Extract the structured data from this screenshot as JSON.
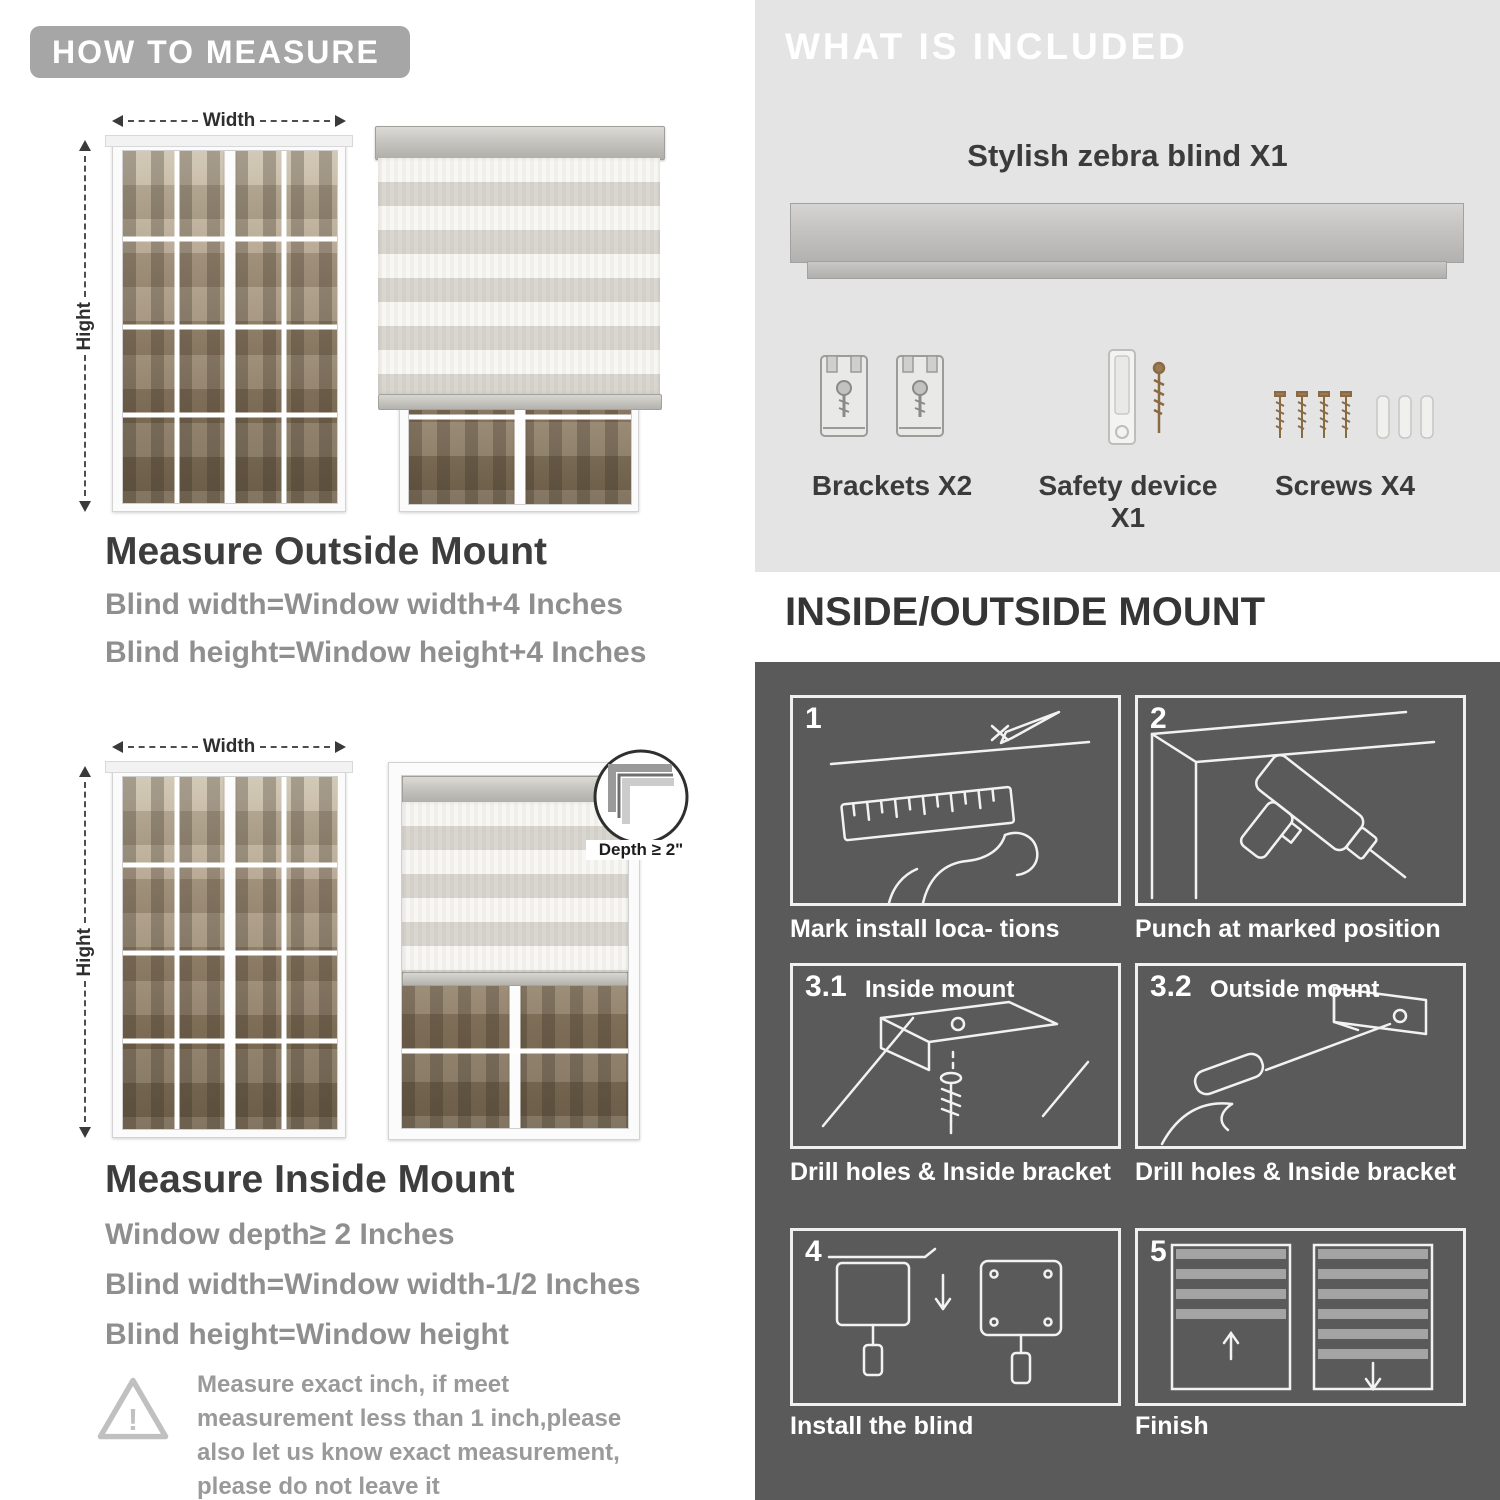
{
  "colors": {
    "banner_gray": "#a6a6a6",
    "panel_light": "#e4e4e4",
    "panel_dark": "#5a5a5a",
    "heading_dark": "#3d3d3d",
    "body_gray": "#8f8f8f"
  },
  "measure": {
    "header": "HOW TO MEASURE",
    "outside": {
      "width_label": "Width",
      "height_label": "Hight",
      "title": "Measure Outside Mount",
      "lines": [
        "Blind width=Window width+4 Inches",
        "Blind height=Window height+4 Inches"
      ]
    },
    "inside": {
      "width_label": "Width",
      "height_label": "Hight",
      "depth_badge": "Depth ≥ 2\"",
      "title": "Measure Inside Mount",
      "lines": [
        "Window depth≥ 2 Inches",
        "Blind width=Window width-1/2 Inches",
        "Blind height=Window height"
      ]
    },
    "warning_mark": "!",
    "note": "Measure exact inch, if meet measurement less than 1 inch,please also let us know exact measurement, please do not leave it"
  },
  "included": {
    "header": "WHAT IS INCLUDED",
    "blind_label": "Stylish zebra blind X1",
    "items": [
      {
        "label": "Brackets X2"
      },
      {
        "label": "Safety device X1"
      },
      {
        "label": "Screws X4"
      }
    ]
  },
  "mount": {
    "header": "INSIDE/OUTSIDE MOUNT",
    "steps": [
      {
        "num": "1",
        "caption": "Mark install loca- tions"
      },
      {
        "num": "2",
        "caption": "Punch at  marked position"
      },
      {
        "num": "3.1",
        "label": "Inside mount",
        "caption": "Drill holes &  Inside bracket"
      },
      {
        "num": "3.2",
        "label": "Outside mount",
        "caption": "Drill holes &  Inside bracket"
      },
      {
        "num": "4",
        "caption": "Install the blind"
      },
      {
        "num": "5",
        "caption": "Finish"
      }
    ]
  }
}
